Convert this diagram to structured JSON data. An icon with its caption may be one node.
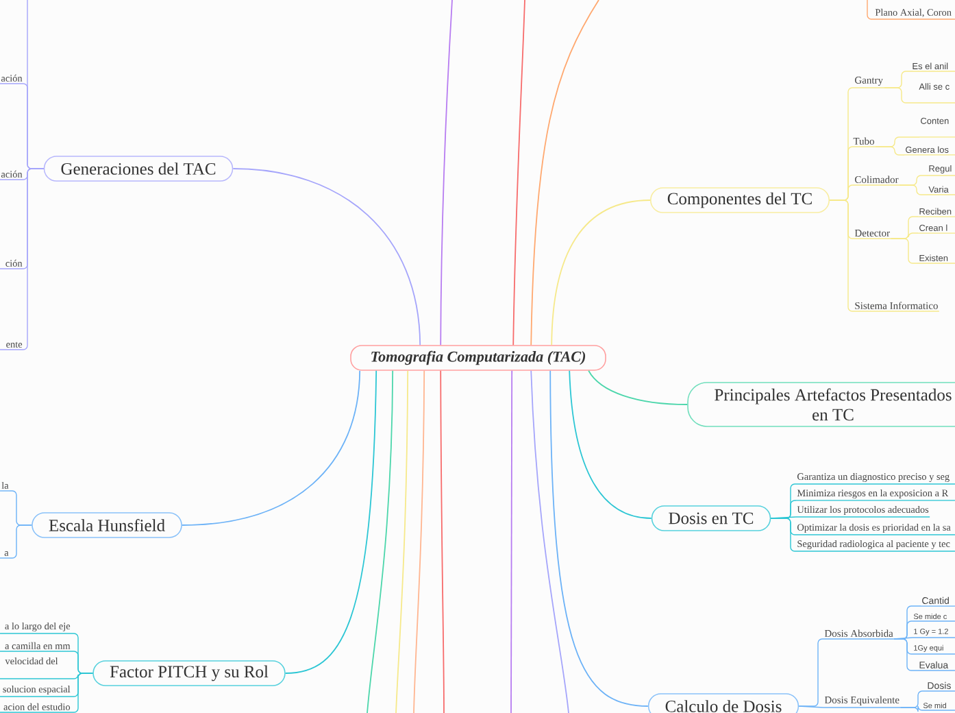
{
  "diagram": {
    "nodes": [
      {
        "text": [
          "Tomografia Computarizada (TAC)"
        ]
      },
      {
        "text": [
          "Generaciones del TAC"
        ]
      },
      {
        "text": [
          "ación"
        ]
      },
      {
        "text": [
          "ación"
        ]
      },
      {
        "text": [
          "ción"
        ]
      },
      {
        "text": [
          "ente"
        ]
      },
      {
        "text": [
          "Escala Hunsfield"
        ]
      },
      {
        "text": [
          "la"
        ]
      },
      {
        "text": [
          "a"
        ]
      },
      {
        "text": [
          "Factor PITCH y su Rol"
        ]
      },
      {
        "text": [
          "a lo largo del eje"
        ]
      },
      {
        "text": [
          "a camilla en mm"
        ]
      },
      {
        "text": [
          "velocidad del"
        ]
      },
      {
        "text": [
          "solucion espacial"
        ]
      },
      {
        "text": [
          "acion del estudio"
        ]
      },
      {
        "text": [
          "Plano Axial, Coron"
        ]
      },
      {
        "text": [
          "Componentes del TC"
        ]
      },
      {
        "text": [
          "Gantry"
        ]
      },
      {
        "text": [
          "Es el anil"
        ]
      },
      {
        "text": [
          "Alli se c"
        ]
      },
      {
        "text": [
          "Tubo"
        ]
      },
      {
        "text": [
          "Conten"
        ]
      },
      {
        "text": [
          "Genera los"
        ]
      },
      {
        "text": [
          "Colimador"
        ]
      },
      {
        "text": [
          "Regul"
        ]
      },
      {
        "text": [
          "Varia"
        ]
      },
      {
        "text": [
          "Detector"
        ]
      },
      {
        "text": [
          "Reciben"
        ]
      },
      {
        "text": [
          "Crean l"
        ]
      },
      {
        "text": [
          "Existen"
        ]
      },
      {
        "text": [
          "Sistema Informatico"
        ]
      },
      {
        "text": [
          "Principales Artefactos Presentados en TC"
        ]
      },
      {
        "text": [
          "Dosis en TC"
        ]
      },
      {
        "text": [
          "Garantiza un diagnostico preciso y seg"
        ]
      },
      {
        "text": [
          "Minimiza riesgos en la exposicion a R"
        ]
      },
      {
        "text": [
          "Utilizar los protocolos adecuados"
        ]
      },
      {
        "text": [
          "Optimizar la dosis es prioridad en la sa"
        ]
      },
      {
        "text": [
          "Seguridad radiologica al paciente y tec"
        ]
      },
      {
        "text": [
          "Calculo de Dosis"
        ]
      },
      {
        "text": [
          "Dosis Absorbida"
        ]
      },
      {
        "text": [
          "Cantid"
        ]
      },
      {
        "text": [
          "Se mide c"
        ]
      },
      {
        "text": [
          "1 Gy = 1.2"
        ]
      },
      {
        "text": [
          "1Gy equi"
        ]
      },
      {
        "text": [
          "Evalua"
        ]
      },
      {
        "text": [
          "Dosis Equivalente"
        ]
      },
      {
        "text": [
          "Dosis"
        ]
      },
      {
        "text": [
          "Se mid"
        ]
      }
    ],
    "edges": [
      {
        "from": 0,
        "to": 1,
        "arrow": "none",
        "color": "#a5a5fb"
      },
      {
        "from": 0,
        "to": 6,
        "arrow": "none",
        "color": "#6cb2f7"
      },
      {
        "from": 0,
        "to": 9,
        "arrow": "none",
        "color": "#2cc6d4"
      },
      {
        "from": 0,
        "to": 16,
        "arrow": "none",
        "color": "#f6e98a"
      },
      {
        "from": 0,
        "to": 31,
        "arrow": "none",
        "color": "#4cd6ab"
      },
      {
        "from": 0,
        "to": 32,
        "arrow": "none",
        "color": "#2cc6d4"
      },
      {
        "from": 0,
        "to": 38,
        "arrow": "none",
        "color": "#6cb2f7"
      },
      {
        "from": 0,
        "to": null,
        "arrow": "none",
        "color": "#b77cf1"
      },
      {
        "from": 0,
        "to": null,
        "arrow": "none",
        "color": "#f76b6b"
      },
      {
        "from": 0,
        "to": null,
        "arrow": "none",
        "color": "#ffa86f"
      },
      {
        "from": 0,
        "to": null,
        "arrow": "none",
        "color": "#4cd6ab"
      },
      {
        "from": 0,
        "to": null,
        "arrow": "none",
        "color": "#f6e98a"
      },
      {
        "from": 0,
        "to": null,
        "arrow": "none",
        "color": "#ffb590"
      },
      {
        "from": 0,
        "to": null,
        "arrow": "none",
        "color": "#f76b6b"
      },
      {
        "from": 0,
        "to": null,
        "arrow": "none",
        "color": "#b77cf1"
      },
      {
        "from": 0,
        "to": null,
        "arrow": "none",
        "color": "#a5a5fb"
      },
      {
        "from": null,
        "to": 15,
        "arrow": "none",
        "color": "#ffa86f"
      },
      {
        "from": 1,
        "to": 2,
        "arrow": "none",
        "color": "#a5a5fb"
      },
      {
        "from": 1,
        "to": 3,
        "arrow": "none",
        "color": "#a5a5fb"
      },
      {
        "from": 1,
        "to": 4,
        "arrow": "none",
        "color": "#a5a5fb"
      },
      {
        "from": 1,
        "to": 5,
        "arrow": "none",
        "color": "#a5a5fb"
      },
      {
        "from": 1,
        "to": null,
        "arrow": "none",
        "color": "#a5a5fb"
      },
      {
        "from": 6,
        "to": 7,
        "arrow": "none",
        "color": "#6cb2f7"
      },
      {
        "from": 6,
        "to": 8,
        "arrow": "none",
        "color": "#6cb2f7"
      },
      {
        "from": 9,
        "to": 10,
        "arrow": "none",
        "color": "#2cc6d4"
      },
      {
        "from": 9,
        "to": 11,
        "arrow": "none",
        "color": "#2cc6d4"
      },
      {
        "from": 9,
        "to": 12,
        "arrow": "none",
        "color": "#2cc6d4"
      },
      {
        "from": 9,
        "to": 13,
        "arrow": "none",
        "color": "#2cc6d4"
      },
      {
        "from": 9,
        "to": 14,
        "arrow": "none",
        "color": "#2cc6d4"
      },
      {
        "from": 16,
        "to": 17,
        "arrow": "none",
        "color": "#f6e98a"
      },
      {
        "from": 16,
        "to": 20,
        "arrow": "none",
        "color": "#f6e98a"
      },
      {
        "from": 16,
        "to": 23,
        "arrow": "none",
        "color": "#f6e98a"
      },
      {
        "from": 16,
        "to": 26,
        "arrow": "none",
        "color": "#f6e98a"
      },
      {
        "from": 16,
        "to": 30,
        "arrow": "none",
        "color": "#f6e98a"
      },
      {
        "from": 17,
        "to": 18,
        "arrow": "none",
        "color": "#f6e98a"
      },
      {
        "from": 17,
        "to": 19,
        "arrow": "none",
        "color": "#f6e98a"
      },
      {
        "from": 20,
        "to": 21,
        "arrow": "none",
        "color": "#f6e98a"
      },
      {
        "from": 20,
        "to": 22,
        "arrow": "none",
        "color": "#f6e98a"
      },
      {
        "from": 23,
        "to": 24,
        "arrow": "none",
        "color": "#f6e98a"
      },
      {
        "from": 23,
        "to": 25,
        "arrow": "none",
        "color": "#f6e98a"
      },
      {
        "from": 26,
        "to": 27,
        "arrow": "none",
        "color": "#f6e98a"
      },
      {
        "from": 26,
        "to": 28,
        "arrow": "none",
        "color": "#f6e98a"
      },
      {
        "from": 26,
        "to": 29,
        "arrow": "none",
        "color": "#f6e98a"
      },
      {
        "from": 32,
        "to": 33,
        "arrow": "none",
        "color": "#2cc6d4"
      },
      {
        "from": 32,
        "to": 34,
        "arrow": "none",
        "color": "#2cc6d4"
      },
      {
        "from": 32,
        "to": 35,
        "arrow": "none",
        "color": "#2cc6d4"
      },
      {
        "from": 32,
        "to": 36,
        "arrow": "none",
        "color": "#2cc6d4"
      },
      {
        "from": 32,
        "to": 37,
        "arrow": "none",
        "color": "#2cc6d4"
      },
      {
        "from": 38,
        "to": 39,
        "arrow": "none",
        "color": "#6cb2f7"
      },
      {
        "from": 38,
        "to": 45,
        "arrow": "none",
        "color": "#6cb2f7"
      },
      {
        "from": 39,
        "to": 40,
        "arrow": "none",
        "color": "#6cb2f7"
      },
      {
        "from": 39,
        "to": 41,
        "arrow": "none",
        "color": "#6cb2f7"
      },
      {
        "from": 39,
        "to": 42,
        "arrow": "none",
        "color": "#6cb2f7"
      },
      {
        "from": 39,
        "to": 43,
        "arrow": "none",
        "color": "#6cb2f7"
      },
      {
        "from": 39,
        "to": 44,
        "arrow": "none",
        "color": "#6cb2f7"
      },
      {
        "from": 45,
        "to": 46,
        "arrow": "none",
        "color": "#6cb2f7"
      },
      {
        "from": 45,
        "to": 47,
        "arrow": "none",
        "color": "#6cb2f7"
      }
    ]
  }
}
